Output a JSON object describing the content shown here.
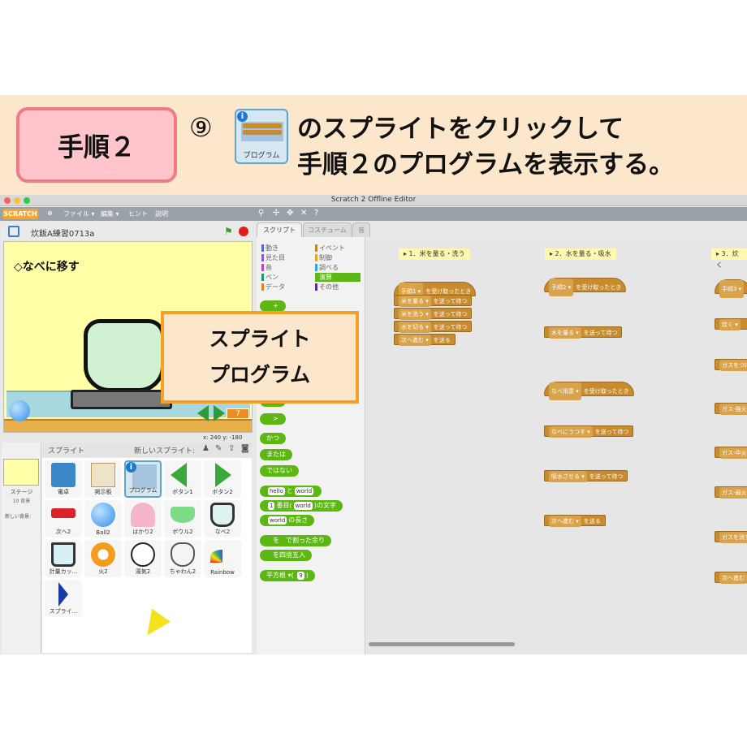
{
  "header": {
    "step_label": "手順２",
    "number_mark": "⑨",
    "instruction_line1": "のスプライトをクリックして",
    "instruction_line2": "手順２のプログラムを表示する。",
    "icon_caption": "プログラム"
  },
  "window": {
    "title": "Scratch 2 Offline Editor",
    "logo": "SCRATCH",
    "menu": [
      "ファイル ▾",
      "編集 ▾",
      "ヒント",
      "説明"
    ]
  },
  "stage": {
    "project_name": "炊飯A練習0713a",
    "caption": "◇なべに移す",
    "counter": "7",
    "coords": "x: 240   y: -180"
  },
  "callout": {
    "line1": "スプライト",
    "line2": "プログラム"
  },
  "sprites_panel": {
    "label": "スプライト",
    "new_label": "新しいスプライト:",
    "stage_label": "ステージ",
    "stage_sub": "10 背景",
    "new_backdrop": "新しい背景:"
  },
  "sprites": [
    {
      "name": "電卓"
    },
    {
      "name": "掲示板"
    },
    {
      "name": "プログラム"
    },
    {
      "name": "ボタン1"
    },
    {
      "name": "ボタン2"
    },
    {
      "name": "次へ2"
    },
    {
      "name": "Ball2"
    },
    {
      "name": "はかり2"
    },
    {
      "name": "ボウル2"
    },
    {
      "name": "なべ2"
    },
    {
      "name": "計量カッ..."
    },
    {
      "name": "火2"
    },
    {
      "name": "湯気2"
    },
    {
      "name": "ちゃわん2"
    },
    {
      "name": "Rainbow"
    },
    {
      "name": "スプライ..."
    }
  ],
  "tabs": [
    "スクリプト",
    "コスチューム",
    "音"
  ],
  "categories_left": [
    "動き",
    "見た目",
    "音",
    "ペン",
    "データ"
  ],
  "categories_right": [
    "イベント",
    "制御",
    "調べる",
    "演算",
    "その他"
  ],
  "palette_blocks": {
    "and": "かつ",
    "or": "または",
    "not": "ではない",
    "join_a": "hello",
    "join_mid": "と",
    "join_b": "world",
    "letter_n": "1",
    "letter_mid": "番目(",
    "letter_word": "world",
    "letter_end": ")の文字",
    "length_word": "world",
    "length_end": "の長さ",
    "mod_mid": "を",
    "mod_end": "で割った余り",
    "round": "を四捨五入",
    "sqrt": "平方根 ▾",
    "sqrt_val": "9"
  },
  "scripts": {
    "col1_title": "▸ 1．米を量る・洗う",
    "col1": [
      {
        "dd": "手順1 ▾",
        "t": "を受け取ったとき"
      },
      {
        "dd": "米を量る ▾",
        "t": "を送って待つ"
      },
      {
        "dd": "米を洗う ▾",
        "t": "を送って待つ"
      },
      {
        "dd": "水を切る ▾",
        "t": "を送って待つ"
      },
      {
        "dd": "次へ進む ▾",
        "t": "を送る"
      }
    ],
    "col2_title": "▸ 2．水を量る・吸水",
    "col2": [
      {
        "dd": "手順2 ▾",
        "t": "を受け取ったとき"
      },
      {
        "dd": "水を量る ▾",
        "t": "を送って待つ"
      },
      {
        "dd": "なべ用意 ▾",
        "t": "を受け取ったとき"
      },
      {
        "dd": "なべにうつす ▾",
        "t": "を送って待つ"
      },
      {
        "dd": "吸水させる ▾",
        "t": "を送って待つ"
      },
      {
        "dd": "次へ進む ▾",
        "t": "を送る"
      }
    ],
    "col3_title": "▸ 3．炊く",
    "col3": [
      {
        "dd": "手順3 ▾",
        "t": ""
      },
      {
        "dd": "炊く ▾",
        "t": ""
      },
      {
        "dd": "ガスをつけ",
        "t": ""
      },
      {
        "dd": "ガス-強火",
        "t": ""
      },
      {
        "dd": "ガス-中火",
        "t": ""
      },
      {
        "dd": "ガス-弱火",
        "t": ""
      },
      {
        "dd": "ガスを消す",
        "t": ""
      },
      {
        "dd": "次へ進む",
        "t": ""
      }
    ]
  }
}
